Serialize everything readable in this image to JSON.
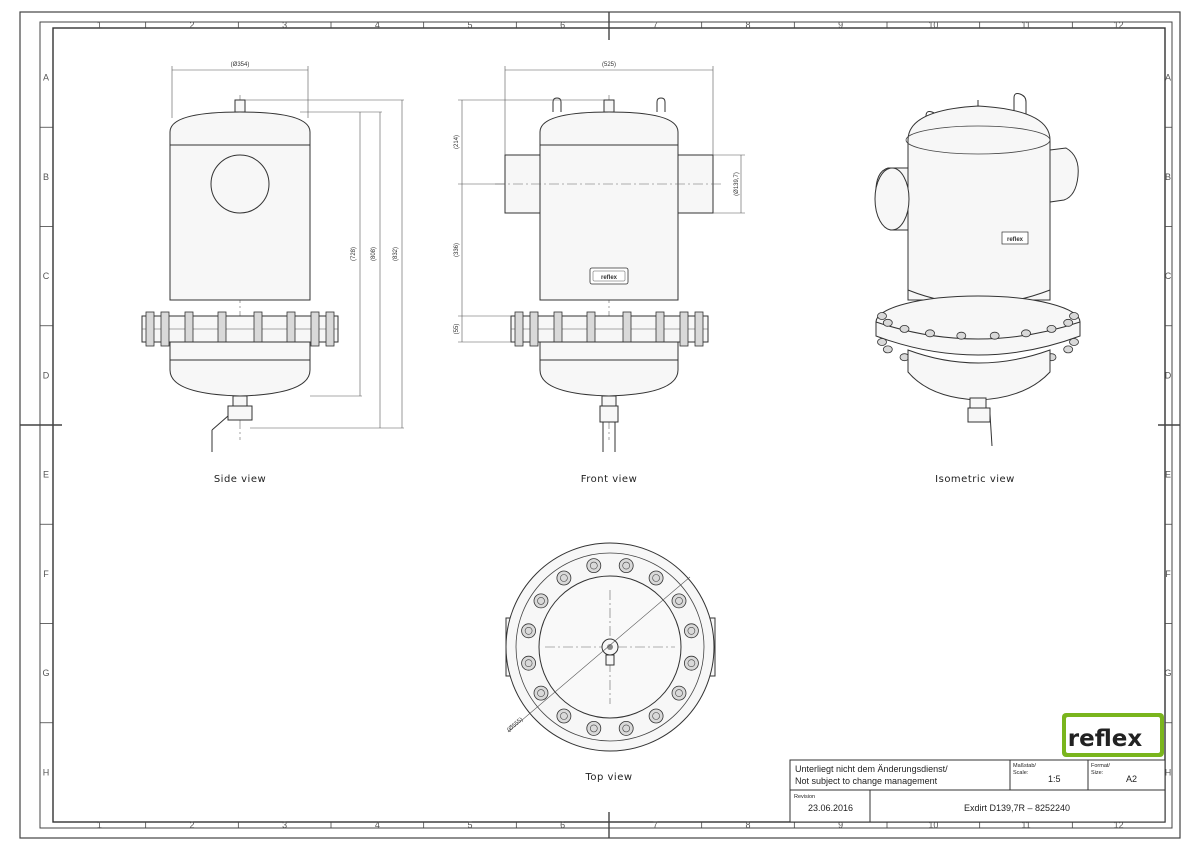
{
  "sheet": {
    "columns": [
      "1",
      "2",
      "3",
      "4",
      "5",
      "6",
      "7",
      "8",
      "9",
      "10",
      "11",
      "12"
    ],
    "rows": [
      "A",
      "B",
      "C",
      "D",
      "E",
      "F",
      "G",
      "H"
    ],
    "bottom_right_mark": "A2"
  },
  "views": {
    "side": "Side view",
    "front": "Front view",
    "isometric": "Isometric view",
    "top": "Top view"
  },
  "dimensions": {
    "side_width": "(Ø354)",
    "side_h1": "(728)",
    "side_h2": "(808)",
    "side_h3": "(832)",
    "front_width": "(525)",
    "front_top": "(214)",
    "front_mid": "(336)",
    "front_flange": "(55)",
    "front_nozzle": "(Ø139,7)",
    "top_diameter": "(Ø555)"
  },
  "logo": {
    "text": "reflex",
    "color": "#7ab51d"
  },
  "nameplate": "reflex",
  "title_block": {
    "note_de": "Unterliegt nicht dem Änderungsdienst/",
    "note_en": "Not subject to change management",
    "scale_label_1": "Maßstab/",
    "scale_label_2": "Scale:",
    "scale_value": "1:5",
    "format_label_1": "Format/",
    "format_label_2": "Size:",
    "format_value": "A2",
    "revision_label": "Revision",
    "revision_date": "23.06.2016",
    "drawing_title": "Exdirt D139,7R – 8252240"
  }
}
